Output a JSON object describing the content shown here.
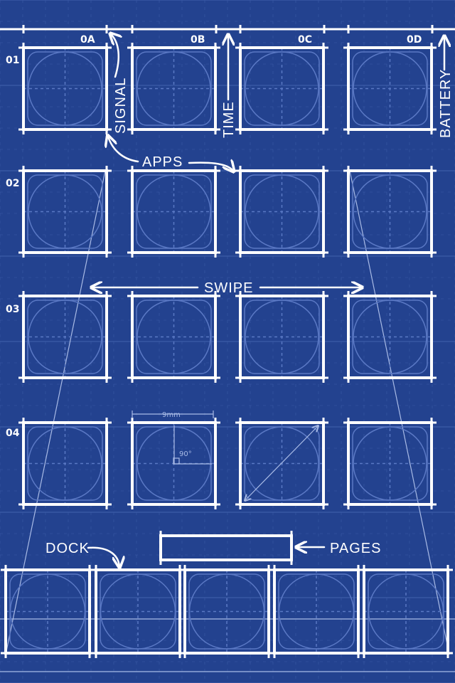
{
  "columns": [
    "0A",
    "0B",
    "0C",
    "0D"
  ],
  "rows": [
    "01",
    "02",
    "03",
    "04"
  ],
  "annotations": {
    "signal": "SIGNAL",
    "time": "TIME",
    "battery": "BATTERY",
    "apps": "APPS",
    "swipe": "SWIPE",
    "dock": "DOCK",
    "pages": "PAGES"
  },
  "dimensions": {
    "width_label": "9mm",
    "angle_label": "90°"
  },
  "colors": {
    "background": "#23428f",
    "grid": "#3c5ba8",
    "line": "#ffffff",
    "faint": "#a9bbe6"
  }
}
